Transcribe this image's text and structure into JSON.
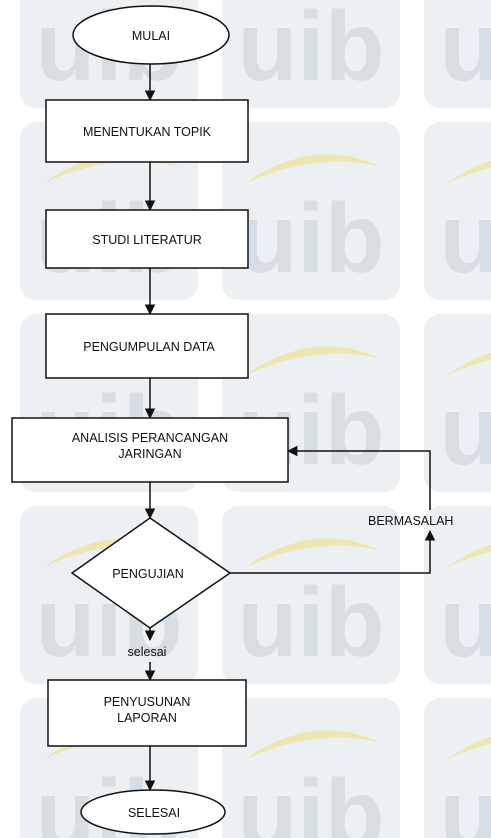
{
  "flowchart": {
    "start": "MULAI",
    "step_topik": "MENENTUKAN TOPIK",
    "step_literatur": "STUDI LITERATUR",
    "step_data": "PENGUMPULAN DATA",
    "step_analisis_line1": "ANALISIS PERANCANGAN",
    "step_analisis_line2": "JARINGAN",
    "decision": "PENGUJIAN",
    "branch_problem": "BERMASALAH",
    "branch_done": "selesai",
    "step_laporan_line1": "PENYUSUNAN",
    "step_laporan_line2": "LAPORAN",
    "end": "SELESAI"
  },
  "watermark": {
    "text": "uib",
    "tile_color": "#c5d1d9",
    "arc_color": "#efe3a0"
  }
}
